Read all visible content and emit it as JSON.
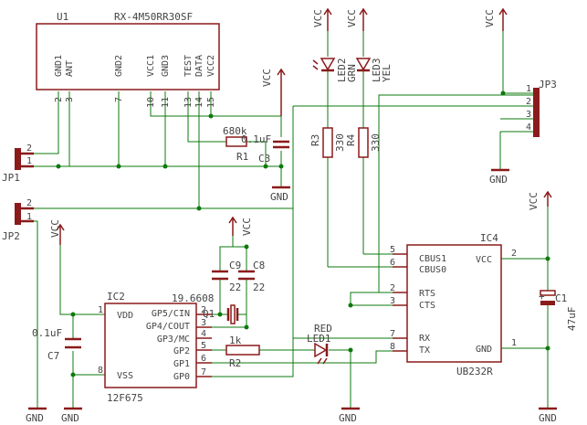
{
  "colors": {
    "wire": "#0c7a0c",
    "symbol": "#8b1a1a",
    "text": "#444444",
    "background": "#ffffff"
  },
  "u1": {
    "name": "U1",
    "value": "RX-4M50RR30SF",
    "pins": [
      {
        "label": "GND1",
        "num": "2"
      },
      {
        "label": "ANT",
        "num": "3"
      },
      {
        "label": "GND2",
        "num": "7"
      },
      {
        "label": "VCC1",
        "num": "10"
      },
      {
        "label": "GND3",
        "num": "11"
      },
      {
        "label": "TEST",
        "num": "13"
      },
      {
        "label": "DATA",
        "num": "14"
      },
      {
        "label": "VCC2",
        "num": "15"
      }
    ]
  },
  "r1": {
    "name": "R1",
    "value": "680k"
  },
  "c3": {
    "name": "C3",
    "value": "0.1uF"
  },
  "jp1": {
    "name": "JP1",
    "pins": [
      "2",
      "1"
    ]
  },
  "jp2": {
    "name": "JP2",
    "pins": [
      "2",
      "1"
    ]
  },
  "jp3": {
    "name": "JP3",
    "pins": [
      "1",
      "2",
      "3",
      "4"
    ]
  },
  "led2": {
    "name": "LED2",
    "value": "GRN"
  },
  "led3": {
    "name": "LED3",
    "value": "YEL"
  },
  "led1": {
    "name": "LED1",
    "value": "RED"
  },
  "r3": {
    "name": "R3",
    "value": "330"
  },
  "r4": {
    "name": "R4",
    "value": "330"
  },
  "r2": {
    "name": "R2",
    "value": "1k"
  },
  "c9": {
    "name": "C9",
    "value": "22"
  },
  "c8": {
    "name": "C8",
    "value": "22"
  },
  "q1": {
    "name": "Q1",
    "value": "19.6608"
  },
  "c7": {
    "name": "C7",
    "value": "0.1uF"
  },
  "c1": {
    "name": "C1",
    "value": "47uF"
  },
  "ic2": {
    "name": "IC2",
    "value": "12F675",
    "left_pins": [
      {
        "label": "VDD",
        "num": "1"
      },
      {
        "label": "VSS",
        "num": "8"
      }
    ],
    "right_pins": [
      {
        "label": "GP5/CIN",
        "num": "2"
      },
      {
        "label": "GP4/COUT",
        "num": "3"
      },
      {
        "label": "GP3/MC",
        "num": "4"
      },
      {
        "label": "GP2",
        "num": "5"
      },
      {
        "label": "GP1",
        "num": "6"
      },
      {
        "label": "GP0",
        "num": "7"
      }
    ]
  },
  "ic4": {
    "name": "IC4",
    "value": "UB232R",
    "left_pins": [
      {
        "label": "CBUS1",
        "num": "5"
      },
      {
        "label": "CBUS0",
        "num": "6"
      },
      {
        "label": "RTS",
        "num": "2"
      },
      {
        "label": "CTS",
        "num": "3"
      },
      {
        "label": "RX",
        "num": "7"
      },
      {
        "label": "TX",
        "num": "8"
      }
    ],
    "right_pins": [
      {
        "label": "VCC",
        "num": "2"
      },
      {
        "label": "GND",
        "num": "1"
      }
    ]
  },
  "supplies": {
    "vcc": "VCC",
    "gnd": "GND"
  }
}
